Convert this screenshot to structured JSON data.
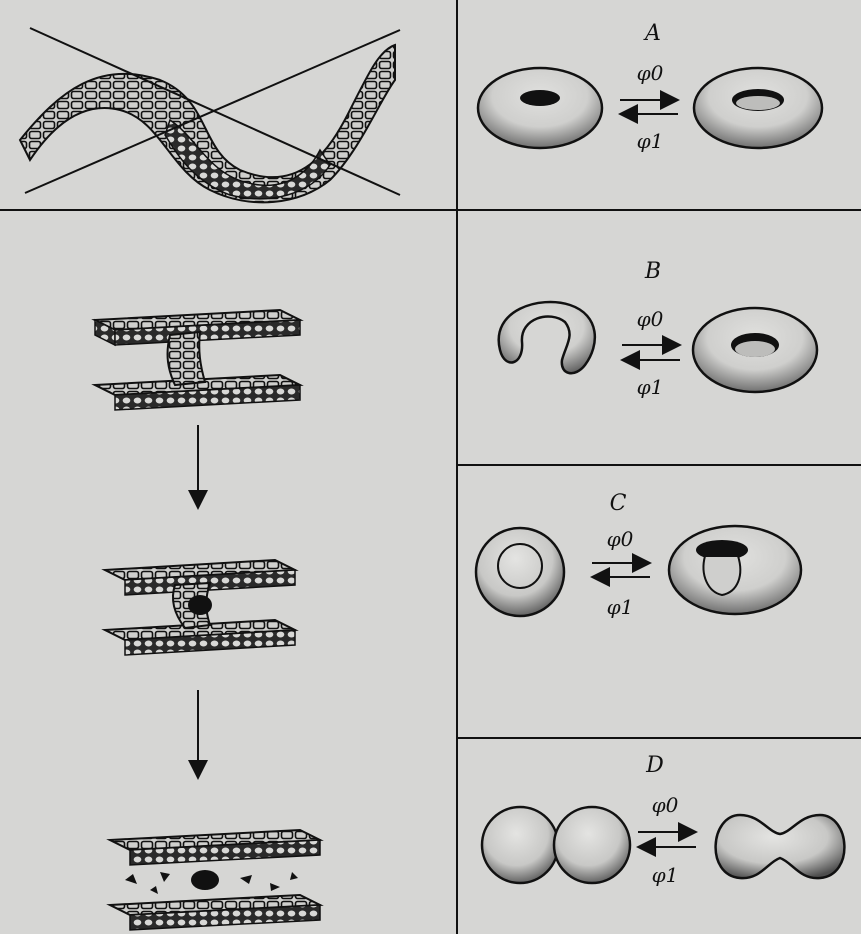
{
  "panels": [
    {
      "letter": "A",
      "forward": "φ0",
      "backward": "φ1"
    },
    {
      "letter": "B",
      "forward": "φ0",
      "backward": "φ1"
    },
    {
      "letter": "C",
      "forward": "φ0",
      "backward": "φ1"
    },
    {
      "letter": "D",
      "forward": "φ0",
      "backward": "φ1"
    }
  ],
  "colors": {
    "ink": "#111111",
    "paper": "#d6d6d4",
    "shade": "#6a6a6a"
  }
}
